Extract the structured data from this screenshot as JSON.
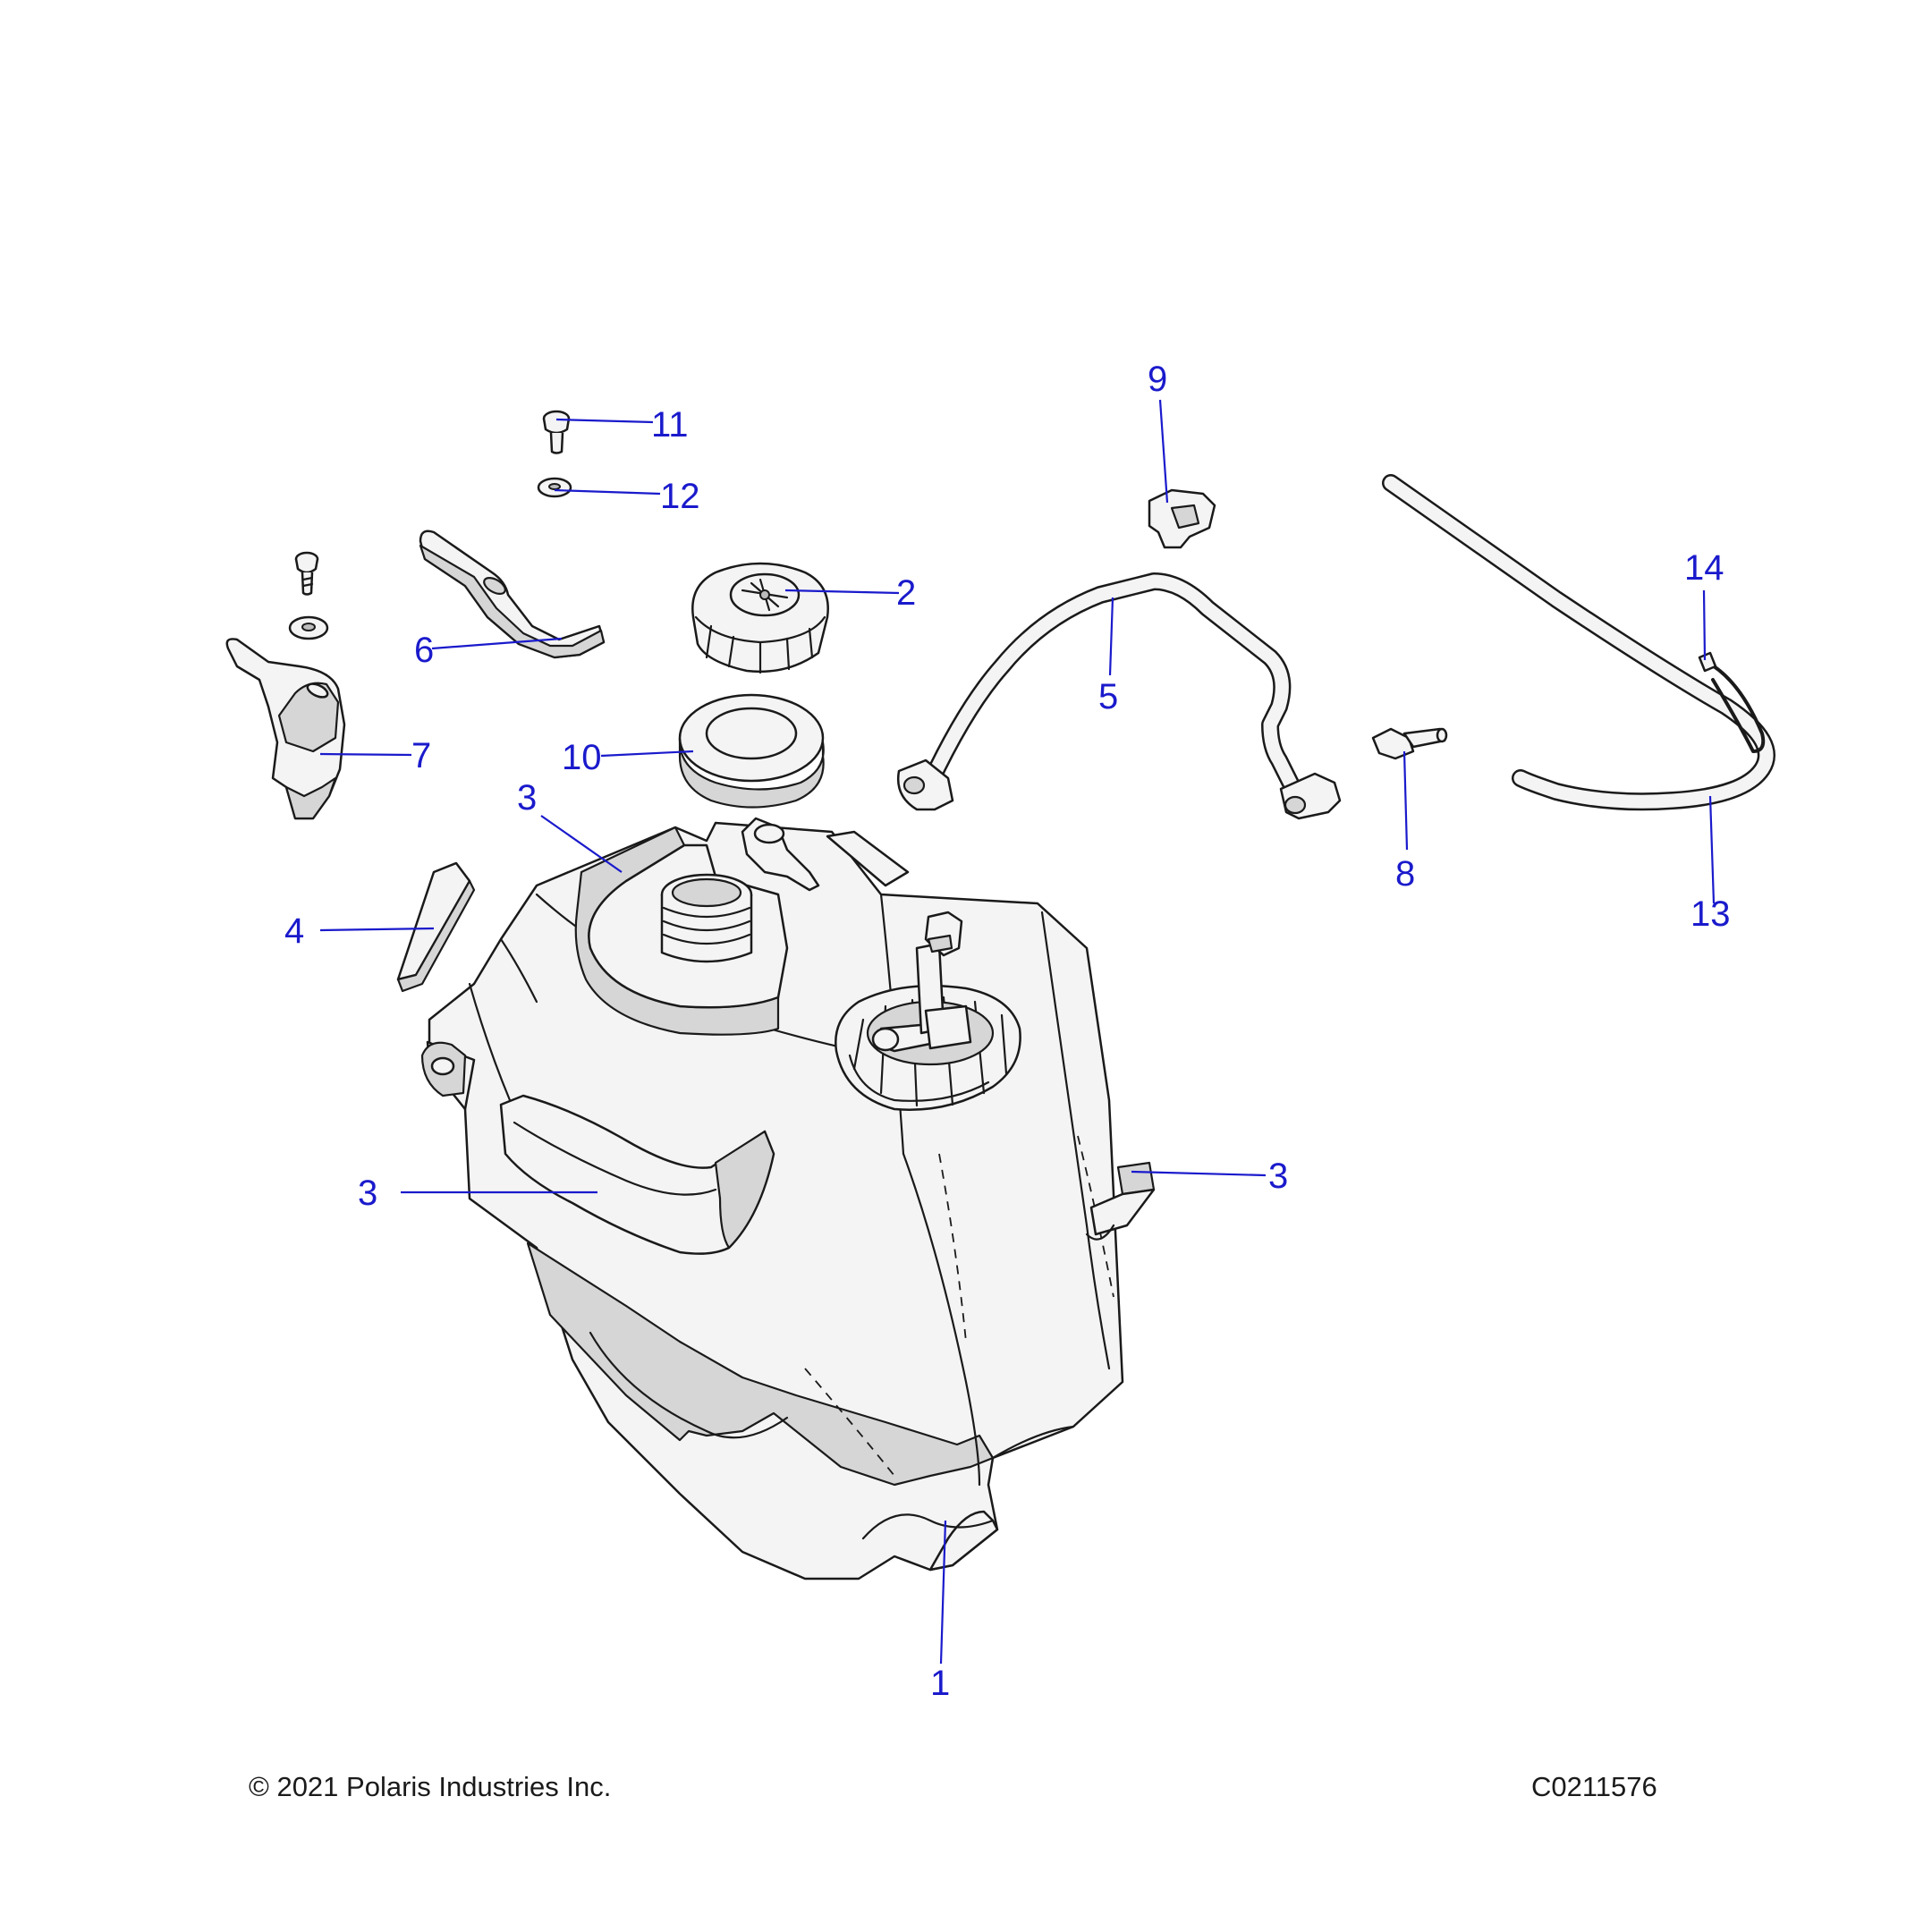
{
  "callouts": {
    "c1": "1",
    "c2": "2",
    "c3": "3",
    "c4": "4",
    "c5": "5",
    "c6": "6",
    "c7": "7",
    "c8": "8",
    "c9": "9",
    "c10": "10",
    "c11": "11",
    "c12": "12",
    "c13": "13",
    "c14": "14"
  },
  "footer": {
    "copyright": "© 2021 Polaris Industries Inc.",
    "drawing_number": "C0211576"
  },
  "colors": {
    "callout": "#1a1acc",
    "outline": "#1a1a1a",
    "fill": "#f4f4f4"
  }
}
